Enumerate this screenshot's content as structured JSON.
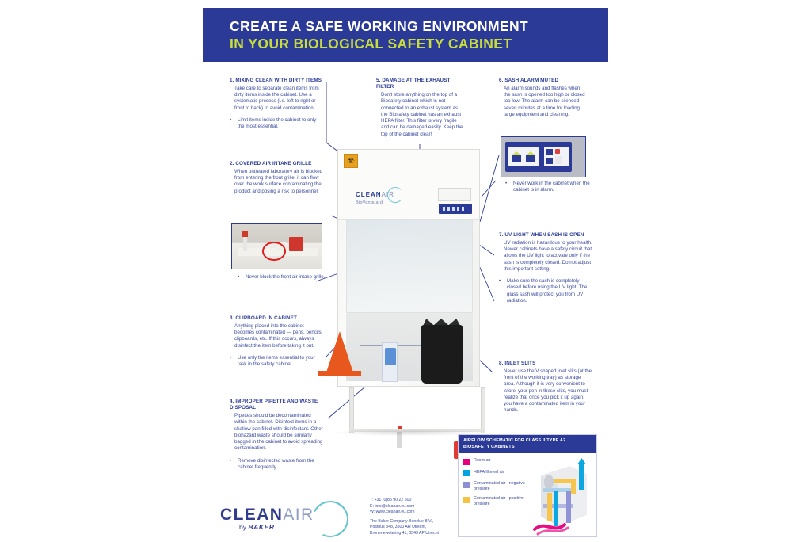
{
  "header": {
    "line1": "CREATE A SAFE WORKING ENVIRONMENT",
    "line2": "IN YOUR BIOLOGICAL SAFETY CABINET",
    "bg_color": "#2a3a96",
    "accent_color": "#c8dc3c"
  },
  "notes": [
    {
      "number": "1.",
      "title": "1. MIXING CLEAN WITH DIRTY ITEMS",
      "body": "Take care to separate clean items from dirty items inside the cabinet. Use a systematic process (i.e. left to right or front to back) to avoid contamination.",
      "bullet": "Limit items inside the cabinet to only the most essential."
    },
    {
      "number": "2.",
      "title": "2. COVERED AIR INTAKE GRILLE",
      "body": "When untreated laboratory air is blocked from entering the front grille, it  can flow over the work surface contaminating the product and posing  a risk to personnel.",
      "bullet": "Never block the front air intake grille."
    },
    {
      "number": "3.",
      "title": "3. CLIPBOARD IN CABINET",
      "body": "Anything placed into the cabinet becomes contaminated — pens, pencils, clipboards, etc. If this occurs, always disinfect the item before  taking it out.",
      "bullet": "Use only the items essential to your task in the safety cabinet."
    },
    {
      "number": "4.",
      "title": "4. IMPROPER PIPETTE AND WASTE DISPOSAL",
      "body": "Pipettes should be decontaminated within the  cabinet. Disinfect items in  a shallow pan filled with disinfectant. Other biohazard waste should be similarly bagged in the cabinet to avoid spreading contamination.",
      "bullet": "Remove disinfected waste from the cabinet frequently."
    },
    {
      "number": "5.",
      "title": "5. DAMAGE AT THE EXHAUST FILTER",
      "body": "Don't store anything on the top of a Biosafety cabinet which is not connected to an exhaust system as the Biosafety cabinet has an exhaust HEPA filter. This filter is very fragile and can be damaged easily. Keep the top of the cabinet clear!",
      "bullet": ""
    },
    {
      "number": "6.",
      "title": "6. SASH ALARM MUTED",
      "body": "An alarm sounds and flashes when the sash is opened too high or closed too low. The alarm can be silenced seven minutes at a time for loading large equipment and cleaning.",
      "bullet": "Never work in the cabinet when the cabinet is in alarm."
    },
    {
      "number": "7.",
      "title": "7. UV LIGHT WHEN SASH IS OPEN",
      "body": "UV radiation is hazardous to your health. Newer cabinets have a safety circuit that allows  the UV light to activate only if the sash is completely closed. Do not adjust this important setting.",
      "bullet": "Make sure the sash is completely closed before using the UV light. The glass sash will protect you from UV radiation."
    },
    {
      "number": "8.",
      "title": "8. INLET SLITS",
      "body": "Never use the V shaped inlet slits (at the front of the working tray) as storage area. Although it is very convenient to 'store' your pen in these slits, you must realize that once you pick it up again, you have a contaminated item in your hands.",
      "bullet": ""
    }
  ],
  "cabinet": {
    "brand": "CLEAN",
    "brand_air": "AIR",
    "model": "BioVanguard",
    "biohazard_symbol": "☣"
  },
  "legend": {
    "title": "AIRFLOW SCHEMATIC FOR CLASS II TYPE A2 BIOSAFETY CABINETS",
    "items": [
      {
        "label": "Room air",
        "color": "#e6007e"
      },
      {
        "label": "HEPA filtered air",
        "color": "#00a3e0"
      },
      {
        "label": "Contaminated air– negative pressure",
        "color": "#8b8fd4"
      },
      {
        "label": "Contaminated air– positive pressure",
        "color": "#f5c342"
      }
    ]
  },
  "footer": {
    "logo_clean": "CLEAN",
    "logo_air": "AIR",
    "logo_by": "by",
    "logo_baker": "BAKER",
    "phone": "T: +31 (0)85 90 22 500",
    "email": "E: info@cleanair.eu.com",
    "web": "W: www.cleanair.eu.com",
    "company": "The Baker Company Benelux B.V.,",
    "address1": "Postbus 348, 3500 AH Utrecht,",
    "address2": "Krommewetering 41, 3543 AP Utrecht"
  }
}
